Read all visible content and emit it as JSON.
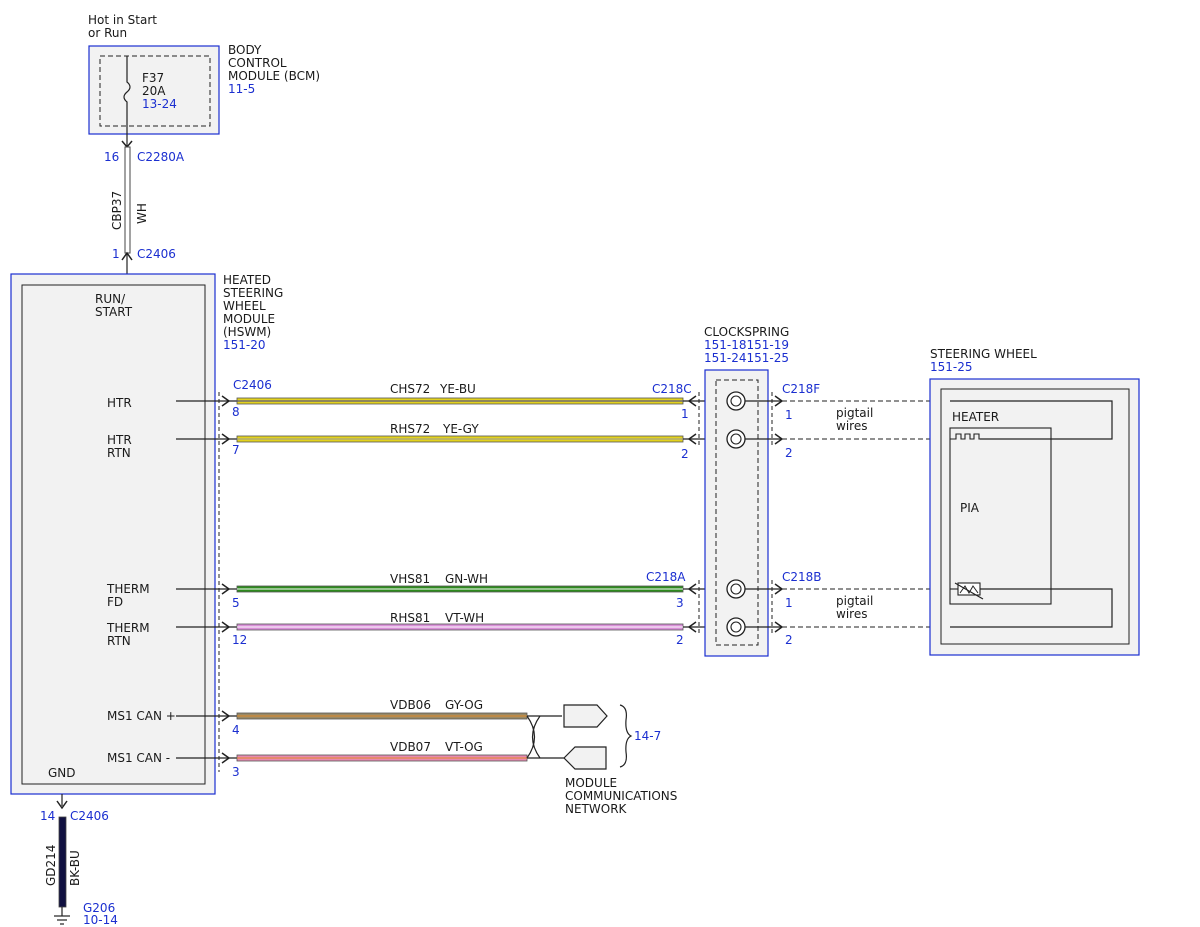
{
  "power": {
    "line1": "Hot in Start",
    "line2": "or Run"
  },
  "bcm": {
    "name1": "BODY",
    "name2": "CONTROL",
    "name3": "MODULE (BCM)",
    "ref": "11-5",
    "fuse_id": "F37",
    "fuse_rating": "20A",
    "fuse_ref": "13-24"
  },
  "c2280a": {
    "pin": "16",
    "id": "C2280A"
  },
  "wire_top": {
    "circuit": "CBP37",
    "color": "WH"
  },
  "c2406_top": {
    "pin": "1",
    "id": "C2406"
  },
  "hswm": {
    "name1": "HEATED",
    "name2": "STEERING",
    "name3": "WHEEL",
    "name4": "MODULE",
    "name5": "(HSWM)",
    "ref": "151-20",
    "run_start_1": "RUN/",
    "run_start_2": "START",
    "htr": "HTR",
    "htr_rtn_1": "HTR",
    "htr_rtn_2": "RTN",
    "therm_fd_1": "THERM",
    "therm_fd_2": "FD",
    "therm_rtn_1": "THERM",
    "therm_rtn_2": "RTN",
    "ms1_can_plus": "MS1 CAN +",
    "ms1_can_minus": "MS1 CAN -",
    "gnd": "GND"
  },
  "c2406_right": "C2406",
  "wires": [
    {
      "circuit": "CHS72",
      "color": "YE-BU",
      "pin_left": "8",
      "pin_right": "1"
    },
    {
      "circuit": "RHS72",
      "color": "YE-GY",
      "pin_left": "7",
      "pin_right": "2"
    },
    {
      "circuit": "VHS81",
      "color": "GN-WH",
      "pin_left": "5",
      "pin_right": "3"
    },
    {
      "circuit": "RHS81",
      "color": "VT-WH",
      "pin_left": "12",
      "pin_right": "2"
    },
    {
      "circuit": "VDB06",
      "color": "GY-OG",
      "pin_left": "4"
    },
    {
      "circuit": "VDB07",
      "color": "VT-OG",
      "pin_left": "3"
    }
  ],
  "c218c": "C218C",
  "c218a": "C218A",
  "c218f": {
    "id": "C218F",
    "pin1": "1",
    "pin2": "2"
  },
  "c218b": {
    "id": "C218B",
    "pin1": "1",
    "pin2": "2"
  },
  "clockspring": {
    "name": "CLOCKSPRING",
    "ref1": "151-18151-19",
    "ref2": "151-24151-25"
  },
  "pigtail1": {
    "line1": "pigtail",
    "line2": "wires"
  },
  "pigtail2": {
    "line1": "pigtail",
    "line2": "wires"
  },
  "steering_wheel": {
    "name": "STEERING WHEEL",
    "ref": "151-25",
    "heater": "HEATER",
    "pia": "PIA"
  },
  "network": {
    "ref": "14-7",
    "line1": "MODULE",
    "line2": "COMMUNICATIONS",
    "line3": "NETWORK"
  },
  "c2406_bottom": {
    "pin": "14",
    "id": "C2406"
  },
  "ground_wire": {
    "circuit": "GD214",
    "color": "BK-BU"
  },
  "g206": {
    "id": "G206",
    "ref": "10-14"
  },
  "colors": {
    "ref_blue": "#1b2fd0",
    "ye_bu": "#e3d21e",
    "ye_gy": "#e3d21e",
    "gn_wh": "#2e8b1e",
    "vt_wh": "#d98fd8",
    "gy_og": "#9a8a66",
    "vt_og": "#e88ab0",
    "bk_bu": "#101040"
  }
}
